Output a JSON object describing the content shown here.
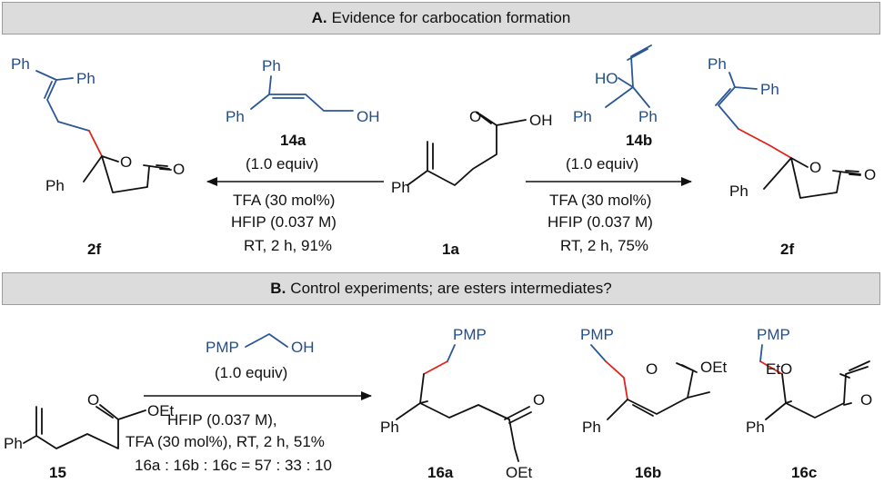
{
  "section_a": {
    "letter": "A.",
    "title": "Evidence for carbocation formation"
  },
  "section_b": {
    "letter": "B.",
    "title": "Control experiments; are esters intermediates?"
  },
  "atoms": {
    "ph": "Ph",
    "o": "O",
    "oh": "OH",
    "ho": "HO",
    "pmp": "PMP",
    "oet": "OEt",
    "eto": "EtO"
  },
  "reagents": {
    "left": {
      "compound": "14a",
      "equiv": "(1.0 equiv)",
      "cond1": "TFA (30 mol%)",
      "cond2": "HFIP (0.037 M)",
      "cond3": "RT, 2 h, 91%"
    },
    "right": {
      "compound": "14b",
      "equiv": "(1.0 equiv)",
      "cond1": "TFA (30 mol%)",
      "cond2": "HFIP (0.037 M)",
      "cond3": "RT, 2 h, 75%"
    },
    "b": {
      "equiv": "(1.0 equiv)",
      "cond1": "HFIP (0.037 M),",
      "cond2": "TFA (30 mol%), RT, 2 h, 51%"
    }
  },
  "labels": {
    "sm": "1a",
    "product_left": "2f",
    "product_right": "2f",
    "ester": "15",
    "p16a": "16a",
    "p16b": "16b",
    "p16c": "16c",
    "ratio": {
      "a": "16a",
      "b": "16b",
      "c": "16c",
      "sep": " : ",
      "eq": " = ",
      "values": "57 : 33 : 10"
    }
  },
  "colors": {
    "header_bg": "#dcdcdc",
    "blue": "#1f4e8c",
    "red": "#e0231b"
  }
}
